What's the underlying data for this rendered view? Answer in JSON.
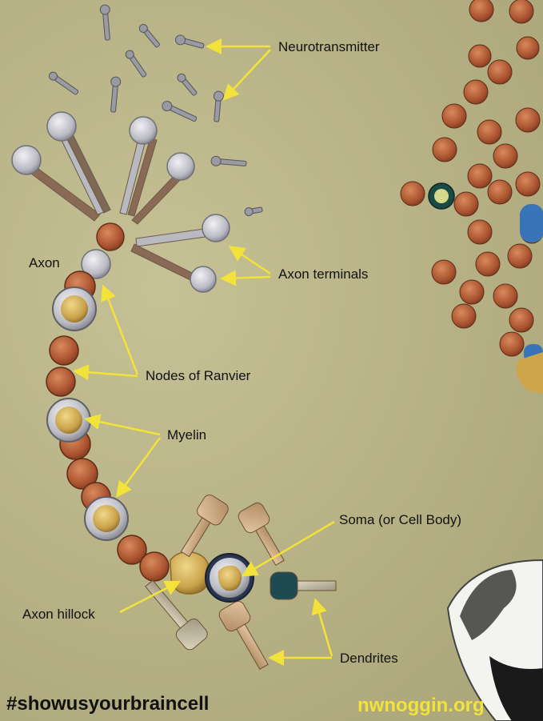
{
  "labels": {
    "neurotransmitter": "Neurotransmitter",
    "axon": "Axon",
    "axon_terminals": "Axon terminals",
    "nodes_of_ranvier": "Nodes of Ranvier",
    "myelin": "Myelin",
    "soma": "Soma (or Cell Body)",
    "axon_hillock": "Axon hillock",
    "dendrites": "Dendrites"
  },
  "footer": {
    "hashtag": "#showusyourbraincell",
    "site": "nwnoggin.org"
  },
  "colors": {
    "background": "#b9b487",
    "arrow": "#f2e23a",
    "hashtag_text": "#111111",
    "site_text": "#f2e23a",
    "copper": "#b5603a",
    "silver": "#c9c9cf",
    "brass": "#c9a44a"
  }
}
